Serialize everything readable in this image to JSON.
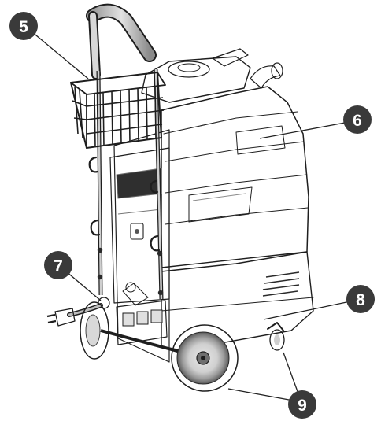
{
  "diagram": {
    "callouts": [
      {
        "id": "c5",
        "label": "5",
        "part": "basket"
      },
      {
        "id": "c6",
        "label": "6",
        "part": "body"
      },
      {
        "id": "c7",
        "label": "7",
        "part": "power-cord"
      },
      {
        "id": "c8",
        "label": "8",
        "part": "base"
      },
      {
        "id": "c9",
        "label": "9",
        "part": "wheels"
      }
    ],
    "colors": {
      "callout_fill": "#3a3a3a",
      "callout_text": "#ffffff",
      "body_light": "#d4d4d4",
      "body_mid": "#9b9b9b",
      "body_dark": "#4a4a4a",
      "line": "#1e1e1e"
    }
  }
}
